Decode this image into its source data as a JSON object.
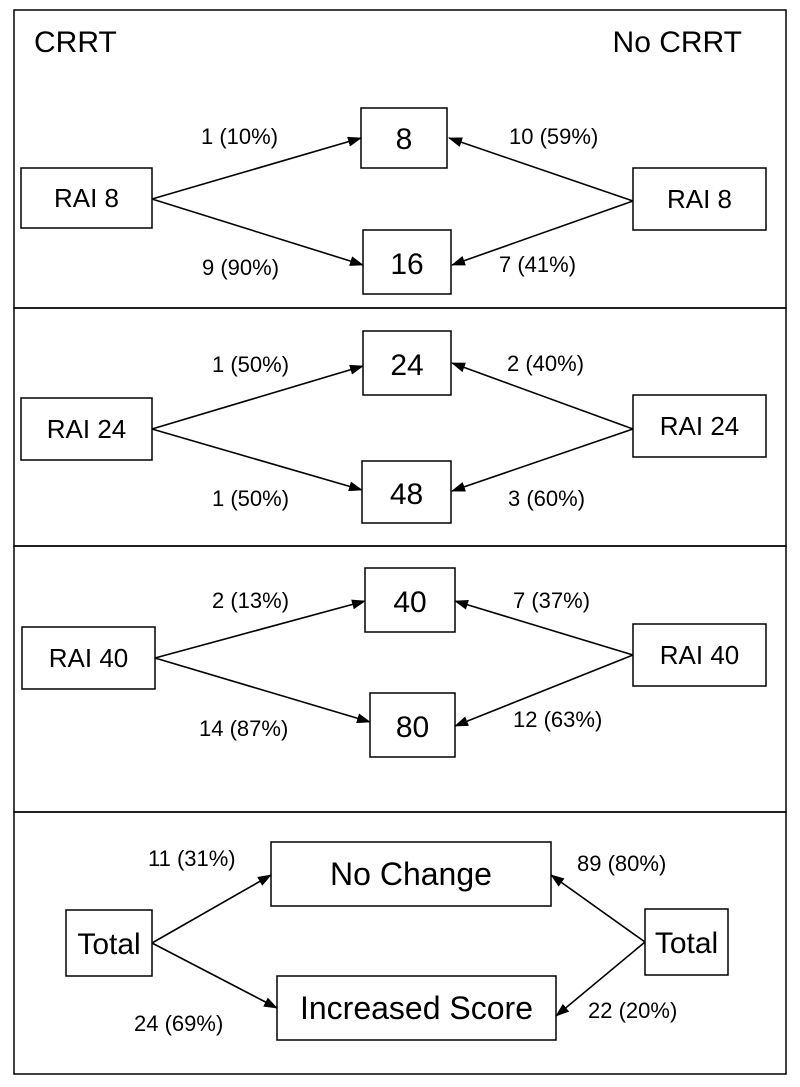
{
  "header": {
    "left": "CRRT",
    "right": "No CRRT"
  },
  "panels": [
    {
      "left_box": "RAI 8",
      "right_box": "RAI 8",
      "top_box": "8",
      "bottom_box": "16",
      "left_top": "1 (10%)",
      "left_bottom": "9 (90%)",
      "right_top": "10 (59%)",
      "right_bottom": "7 (41%)"
    },
    {
      "left_box": "RAI 24",
      "right_box": "RAI 24",
      "top_box": "24",
      "bottom_box": "48",
      "left_top": "1 (50%)",
      "left_bottom": "1 (50%)",
      "right_top": "2 (40%)",
      "right_bottom": "3 (60%)"
    },
    {
      "left_box": "RAI 40",
      "right_box": "RAI 40",
      "top_box": "40",
      "bottom_box": "80",
      "left_top": "2 (13%)",
      "left_bottom": "14 (87%)",
      "right_top": "7 (37%)",
      "right_bottom": "12 (63%)"
    },
    {
      "left_box": "Total",
      "right_box": "Total",
      "top_box": "No Change",
      "bottom_box": "Increased Score",
      "left_top": "11 (31%)",
      "left_bottom": "24 (69%)",
      "right_top": "89 (80%)",
      "right_bottom": "22 (20%)"
    }
  ]
}
